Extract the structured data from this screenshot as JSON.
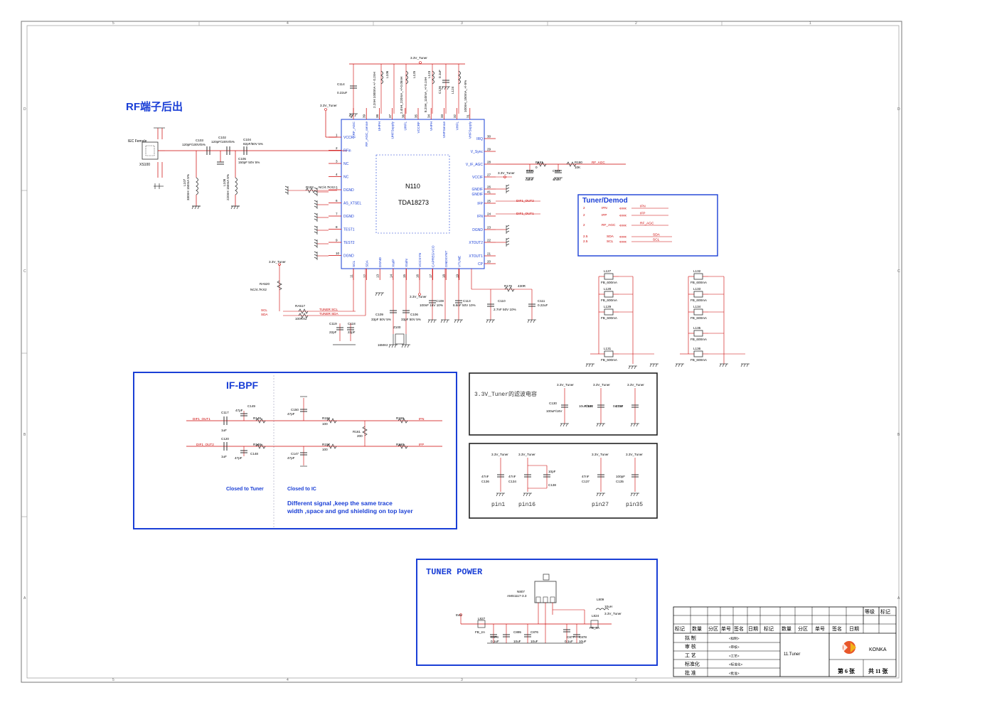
{
  "rf_section": {
    "title": "RF端子后出",
    "conn_label": "IEC Female",
    "conn_ref": "XS100"
  },
  "rf_parts": [
    {
      "ref": "C103",
      "val": "120pF/100V/5%"
    },
    {
      "ref": "C102",
      "val": "120pF/100V/5%"
    },
    {
      "ref": "C104",
      "val": "82pF/50V 5%"
    },
    {
      "ref": "C105",
      "val": "150pF 50V 5%"
    },
    {
      "ref": "L107",
      "val": "330nH 150mA 5%"
    },
    {
      "ref": "L108",
      "val": "220nH 150mA 5%"
    }
  ],
  "tuner_chip": {
    "ref": "N110",
    "part": "TDA18273"
  },
  "chip_left_pins": [
    {
      "num": "1",
      "name": "VCCRF"
    },
    {
      "num": "2",
      "name": "RFin"
    },
    {
      "num": "3",
      "name": "NC"
    },
    {
      "num": "4",
      "name": "NC"
    },
    {
      "num": "5",
      "name": "DGND"
    },
    {
      "num": "6",
      "name": "AS_XTSEL"
    },
    {
      "num": "7",
      "name": "DGND"
    },
    {
      "num": "8",
      "name": "TEST1"
    },
    {
      "num": "9",
      "name": "TEST2"
    },
    {
      "num": "10",
      "name": "DGND"
    }
  ],
  "chip_right_pins": [
    {
      "num": "30",
      "name": "IRQ"
    },
    {
      "num": "29",
      "name": "V_Sync"
    },
    {
      "num": "28",
      "name": "V_IF_AGC"
    },
    {
      "num": "27",
      "name": "VCCIF"
    },
    {
      "num": "26",
      "name": "GNDIF"
    },
    {
      "num": "41",
      "name": "GNDIF"
    },
    {
      "num": "25",
      "name": "IFP"
    },
    {
      "num": "24",
      "name": "IFN"
    },
    {
      "num": "23",
      "name": "DGND"
    },
    {
      "num": "22",
      "name": "XTOUT2"
    },
    {
      "num": "21",
      "name": "XTOUT1"
    },
    {
      "num": "20",
      "name": "CP"
    }
  ],
  "chip_top_pins": [
    {
      "num": "40",
      "name": "RF_AGC"
    },
    {
      "num": "39",
      "name": "RF_AGC_sense"
    },
    {
      "num": "38",
      "name": "UHFH"
    },
    {
      "num": "37",
      "name": "UHFSupply"
    },
    {
      "num": "36",
      "name": "UHFL"
    },
    {
      "num": "35",
      "name": "VCCRF"
    },
    {
      "num": "34",
      "name": "VHFH"
    },
    {
      "num": "33",
      "name": "VHFSense"
    },
    {
      "num": "32",
      "name": "VHFL"
    },
    {
      "num": "31",
      "name": "VHFSupply"
    }
  ],
  "chip_bottom_pins": [
    {
      "num": "11",
      "name": "SCL"
    },
    {
      "num": "12",
      "name": "SDA"
    },
    {
      "num": "13",
      "name": "DGND"
    },
    {
      "num": "14",
      "name": "XtalP"
    },
    {
      "num": "15",
      "name": "XtalN"
    },
    {
      "num": "16",
      "name": "VCCSYN"
    },
    {
      "num": "17",
      "name": "CAPREGVCO"
    },
    {
      "num": "18",
      "name": "GNDSYNT"
    },
    {
      "num": "19",
      "name": "VTUNE"
    }
  ],
  "top_inductors": [
    {
      "ref": "L106",
      "val": "2.2nH 1000mA +/- 0.2nH"
    },
    {
      "ref": "L125",
      "val": "2.4nH_220mA_+/-0.05nH"
    },
    {
      "ref": "L123",
      "val": "8.2nH_110mA_+/-0.1nH"
    },
    {
      "ref": "L124",
      "val": "100nH_150mA_+/-5%"
    }
  ],
  "misc_parts": [
    {
      "ref": "C114",
      "val": "0.22uF"
    },
    {
      "ref": "C126",
      "val": "0.1uF"
    },
    {
      "ref": "R181",
      "val": "0"
    },
    {
      "ref": "R180",
      "val": "10K"
    },
    {
      "ref": "C121",
      "val": "10nF"
    },
    {
      "ref": "C112",
      "val": "47nF"
    },
    {
      "ref": "R182",
      "val": "0R"
    },
    {
      "ref": "RA520",
      "val": "NC/4.7KX2"
    },
    {
      "ref": "RA517",
      "val": "100RX2"
    },
    {
      "ref": "C119",
      "val": "22pF"
    },
    {
      "ref": "C118",
      "val": "22pF"
    },
    {
      "ref": "C109",
      "val": "33pF 50V 5%"
    },
    {
      "ref": "C106",
      "val": "33pF 50V 5%"
    },
    {
      "ref": "Z100",
      "val": "16MHz"
    },
    {
      "ref": "C108",
      "val": "100nF 16V 10%"
    },
    {
      "ref": "C113",
      "val": "6.8nF 50V 10%"
    },
    {
      "ref": "C110",
      "val": "2.7nF 50V 10%"
    },
    {
      "ref": "R179",
      "val": "430R"
    },
    {
      "ref": "C111",
      "val": "0.22uF"
    }
  ],
  "nets": {
    "tuner": "3.3V_Tuner",
    "rf_agc": "RF_AGC",
    "dif2": "DIF1_OUT2",
    "dif1": "DIF1_OUT1",
    "scl": "SCL",
    "sda": "SDA",
    "tuner_scl": "TUNER SCL",
    "tuner_sda": "TUNER SDA",
    "ifn": "IFN",
    "ifp": "IFP",
    "v5": "5VA"
  },
  "demod_box": {
    "title": "Tuner/Demod",
    "rows": [
      {
        "page": "2",
        "name": "IFN",
        "out": "IFN"
      },
      {
        "page": "2",
        "name": "IFP",
        "out": "IFP"
      },
      {
        "page": "2",
        "name": "RF_AGC",
        "out": "RF_AGC"
      },
      {
        "page": "2.5",
        "name": "SDA",
        "out": "SDA"
      },
      {
        "page": "2.5",
        "name": "SCL",
        "out": "SCL"
      }
    ]
  },
  "ferrite_beads": [
    {
      "ref": "L127",
      "val": "FB_600mA"
    },
    {
      "ref": "L128",
      "val": "FB_600mA"
    },
    {
      "ref": "L129",
      "val": "FB_600mA"
    },
    {
      "ref": "L131",
      "val": "FB_600mA"
    },
    {
      "ref": "L132",
      "val": "FB_600mA"
    },
    {
      "ref": "L133",
      "val": "FB_600mA"
    },
    {
      "ref": "L134",
      "val": "FB_600mA"
    },
    {
      "ref": "L135",
      "val": "FB_600mA"
    },
    {
      "ref": "L136",
      "val": "FB_600mA"
    }
  ],
  "ifbpf": {
    "title": "IF-BPF",
    "parts": [
      {
        "ref": "C117",
        "val": "1uF"
      },
      {
        "ref": "C149",
        "val": "47pF"
      },
      {
        "ref": "R149",
        "val": ""
      },
      {
        "ref": "C150",
        "val": "47pF"
      },
      {
        "ref": "R158",
        "val": "100"
      },
      {
        "ref": "R161",
        "val": "200"
      },
      {
        "ref": "R159",
        "val": ""
      },
      {
        "ref": "C120",
        "val": "1uF"
      },
      {
        "ref": "C148",
        "val": "47pF"
      },
      {
        "ref": "R148",
        "val": ""
      },
      {
        "ref": "C147",
        "val": "47pF"
      },
      {
        "ref": "R157",
        "val": "100"
      },
      {
        "ref": "R160",
        "val": ""
      }
    ],
    "note_left": "Closed to Tuner",
    "note_right": "Closed to IC",
    "note_line1": "Different signal ,keep the same trace",
    "note_line2": "width ,space  and gnd shielding on top layer"
  },
  "filter_cap_box": {
    "title": "3.3V_Tuner的滤波电容",
    "caps": [
      {
        "ref": "C130",
        "val": "100uF/16V"
      },
      {
        "ref": "C131",
        "val": "10uF/16V"
      },
      {
        "ref": "C132",
        "val": "0.47uF"
      }
    ]
  },
  "pin_cap_box": {
    "groups": [
      {
        "pin": "pin1",
        "caps": [
          {
            "ref": "C136",
            "val": "47nF"
          }
        ]
      },
      {
        "pin": "pin16",
        "caps": [
          {
            "ref": "C134",
            "val": "47nF"
          },
          {
            "ref": "C138",
            "val": "10pF"
          }
        ]
      },
      {
        "pin": "pin27",
        "caps": [
          {
            "ref": "C137",
            "val": "47nF"
          }
        ]
      },
      {
        "pin": "pin35",
        "caps": [
          {
            "ref": "C135",
            "val": "100pF"
          }
        ]
      }
    ]
  },
  "power_box": {
    "title": "TUNER POWER",
    "regulator_ref": "N807",
    "regulator_part": "AMS1117-3.3",
    "parts": [
      {
        "ref": "L827",
        "val": "FB_2A"
      },
      {
        "ref": "C874",
        "val": "0.1uF"
      },
      {
        "ref": "C895",
        "val": "10uF"
      },
      {
        "ref": "C876",
        "val": "10uF"
      },
      {
        "ref": "C877",
        "val": "0.1uF"
      },
      {
        "ref": "C878",
        "val": "10uF"
      },
      {
        "ref": "L809",
        "val": "10uH"
      },
      {
        "ref": "L824",
        "val": "FB_2A"
      }
    ]
  },
  "title_block": {
    "grade": "等级",
    "mark": "标记",
    "headers": [
      "标记",
      "数量",
      "分区",
      "单号",
      "签名",
      "日期",
      "标记",
      "数量",
      "分区",
      "单号",
      "签名",
      "日期"
    ],
    "rows": [
      {
        "label": "拟  制",
        "value": "<拟制>"
      },
      {
        "label": "审  核",
        "value": "<审核>"
      },
      {
        "label": "工  艺",
        "value": "<工艺>"
      },
      {
        "label": "标准化",
        "value": "<标准化>"
      },
      {
        "label": "批  准",
        "value": "<批准>"
      }
    ],
    "drawing_name": "11.Tuner",
    "company": "KONKA",
    "sheet_no": "第 6 张",
    "sheet_total": "共 11 张"
  },
  "border_labels": {
    "cols": [
      "5",
      "4",
      "3",
      "2",
      "1"
    ],
    "rows": [
      "D",
      "C",
      "B",
      "A"
    ]
  }
}
